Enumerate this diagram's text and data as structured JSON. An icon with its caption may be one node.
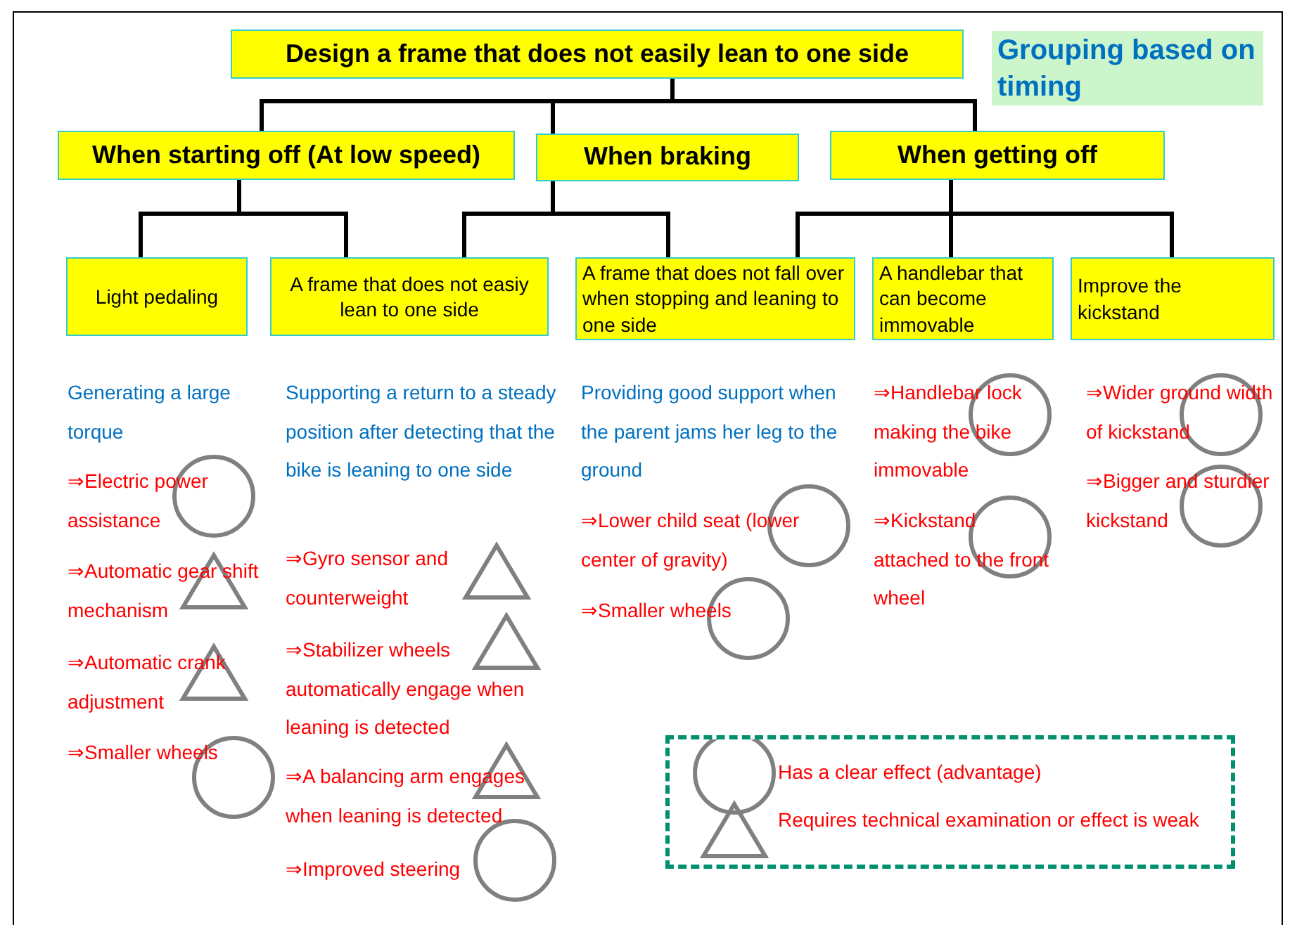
{
  "diagram": {
    "nodes": [
      {
        "text": [
          "Design a frame that does not easily lean to one side"
        ]
      },
      {
        "text": [
          "When starting off (At low speed)"
        ]
      },
      {
        "text": [
          "When braking"
        ]
      },
      {
        "text": [
          "When getting off"
        ]
      },
      {
        "text": [
          "Light pedaling"
        ]
      },
      {
        "text": [
          "A frame that does not easiy lean to one side"
        ]
      },
      {
        "text": [
          "A frame that does not fall over when stopping and leaning to one side"
        ]
      },
      {
        "text": [
          "A handlebar that can become immovable"
        ]
      },
      {
        "text": [
          "Improve the kickstand"
        ]
      },
      {
        "text": [
          "Grouping based on timing"
        ]
      }
    ],
    "edges": [
      {
        "from": 0,
        "to": 1,
        "arrow": "none"
      },
      {
        "from": 0,
        "to": 2,
        "arrow": "none"
      },
      {
        "from": 0,
        "to": 3,
        "arrow": "none"
      },
      {
        "from": 1,
        "to": 4,
        "arrow": "none"
      },
      {
        "from": 1,
        "to": 5,
        "arrow": "none"
      },
      {
        "from": 2,
        "to": 5,
        "arrow": "none"
      },
      {
        "from": 2,
        "to": 6,
        "arrow": "none"
      },
      {
        "from": 3,
        "to": 6,
        "arrow": "none"
      },
      {
        "from": 3,
        "to": 7,
        "arrow": "none"
      },
      {
        "from": 3,
        "to": 8,
        "arrow": "none"
      }
    ],
    "labels": [
      "Generating a large torque",
      "⇒Electric power assistance",
      "⇒Automatic gear shift mechanism",
      "⇒Automatic crank adjustment",
      "⇒Smaller wheels",
      "Supporting a return to a steady position after detecting that the bike is leaning to one side",
      "⇒Gyro sensor and counterweight",
      "⇒Stabilizer wheels automatically engage when leaning is detected",
      "⇒A balancing arm engages when leaning is detected",
      "⇒Improved steering",
      "Providing good support when the parent jams her leg to the ground",
      "⇒Lower child seat (lower center of gravity)",
      "⇒Smaller wheels",
      "⇒Handlebar lock making the bike immovable",
      "⇒Kickstand attached to the front wheel",
      "⇒Wider ground width of kickstand",
      "⇒Bigger and sturdier kickstand"
    ],
    "legend": [
      {
        "text": "Has a clear effect (advantage)"
      },
      {
        "text": "Requires technical examination or effect is weak"
      }
    ]
  }
}
